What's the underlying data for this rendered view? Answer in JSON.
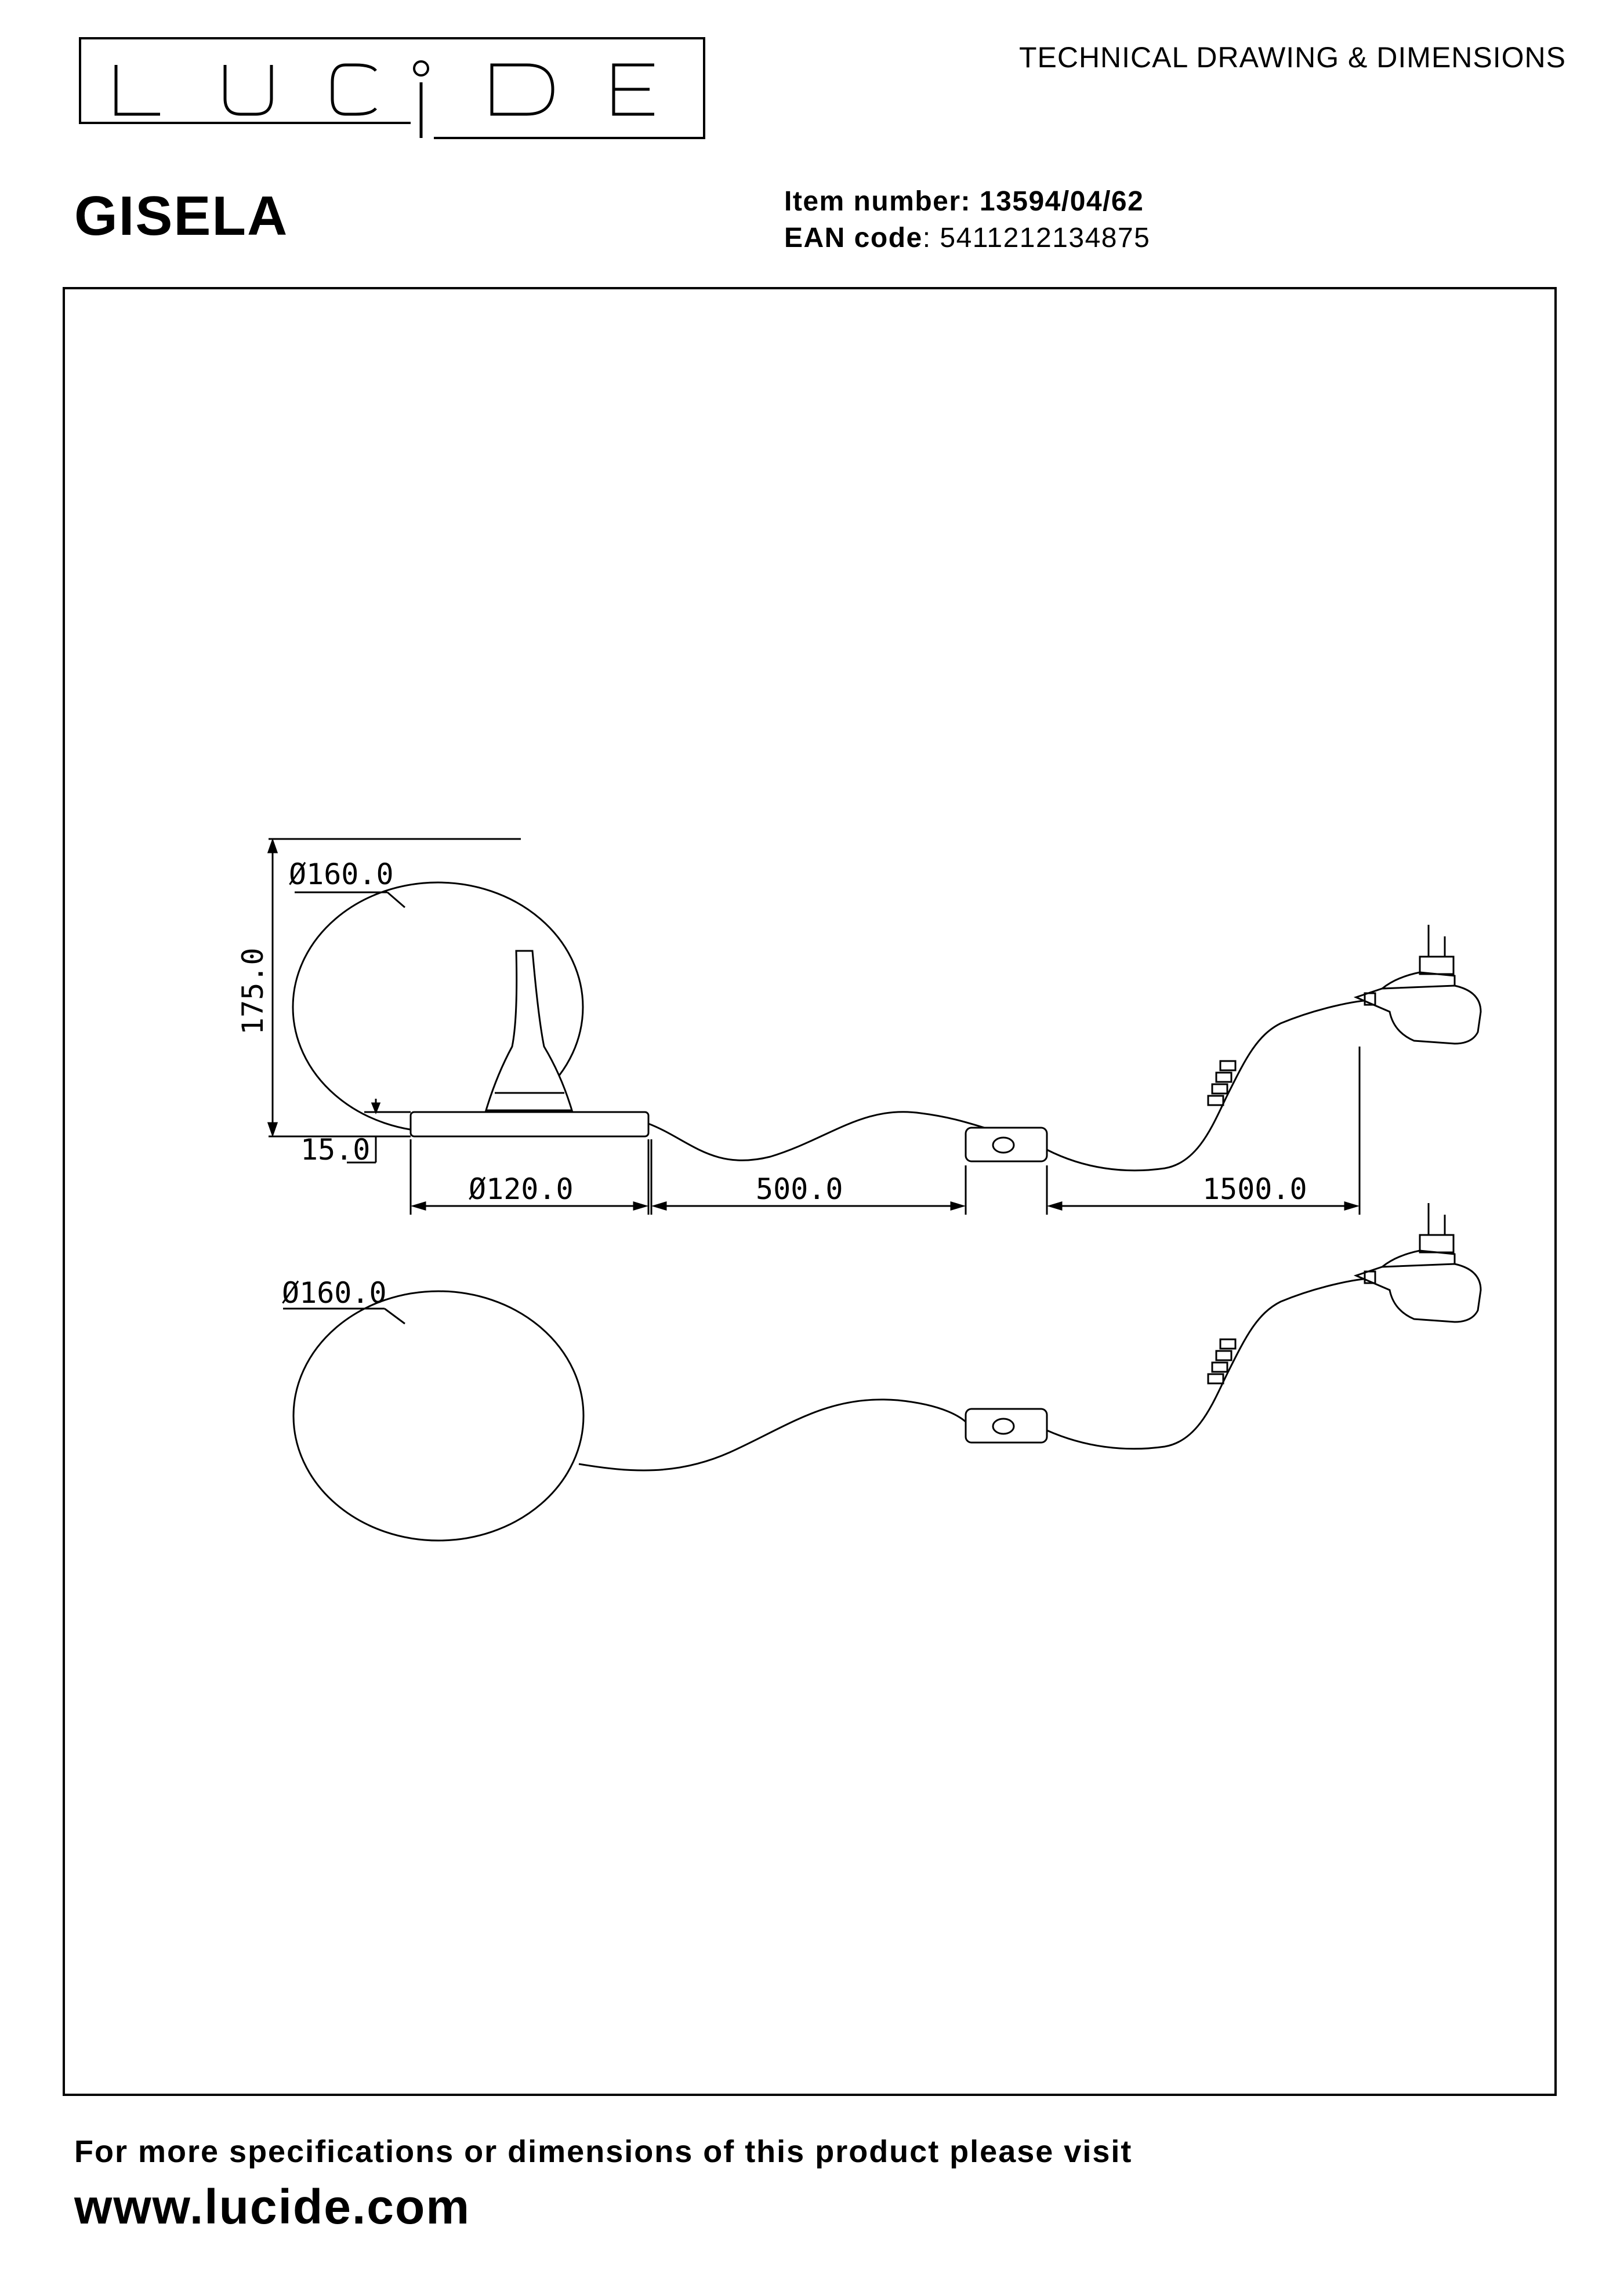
{
  "brand": {
    "logo_text": "LUCIDE",
    "logo_letters": [
      "L",
      "U",
      "C",
      "I",
      "D",
      "E"
    ]
  },
  "header": {
    "doc_type": "TECHNICAL DRAWING & DIMENSIONS",
    "product_name": "GISELA",
    "item_number_label": "Item number:",
    "item_number": "13594/04/62",
    "ean_label": "EAN code",
    "ean_value": "5411212134875"
  },
  "drawing": {
    "side_view": {
      "globe_diameter": "Ø160.0",
      "height": "175.0",
      "base_height": "15.0",
      "base_diameter": "Ø120.0",
      "cable_to_switch": "500.0",
      "switch_to_plug": "1500.0"
    },
    "top_view": {
      "globe_diameter": "Ø160.0"
    }
  },
  "footer": {
    "note": "For more specifications or dimensions of this product please visit",
    "url": "www.lucide.com"
  }
}
